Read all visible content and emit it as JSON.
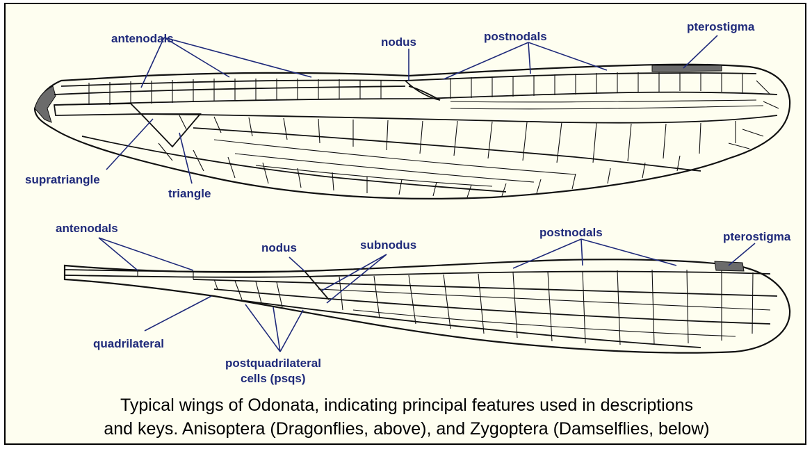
{
  "diagram": {
    "top_wing": {
      "labels": {
        "antenodals": "antenodals",
        "nodus": "nodus",
        "postnodals": "postnodals",
        "pterostigma": "pterostigma",
        "supratriangle": "supratriangle",
        "triangle": "triangle"
      }
    },
    "bottom_wing": {
      "labels": {
        "antenodals": "antenodals",
        "nodus": "nodus",
        "subnodus": "subnodus",
        "postnodals": "postnodals",
        "pterostigma": "pterostigma",
        "quadrilateral": "quadrilateral",
        "postquadrilateral_line1": "postquadrilateral",
        "postquadrilateral_line2": "cells (psqs)"
      }
    },
    "caption": {
      "line1": "Typical wings of Odonata, indicating principal features used in descriptions",
      "line2": "and keys. Anisoptera (Dragonflies, above), and Zygoptera (Damselflies, below)"
    }
  },
  "colors": {
    "label": "#1f2a7a",
    "background": "#fefef0",
    "vein": "#111111"
  }
}
